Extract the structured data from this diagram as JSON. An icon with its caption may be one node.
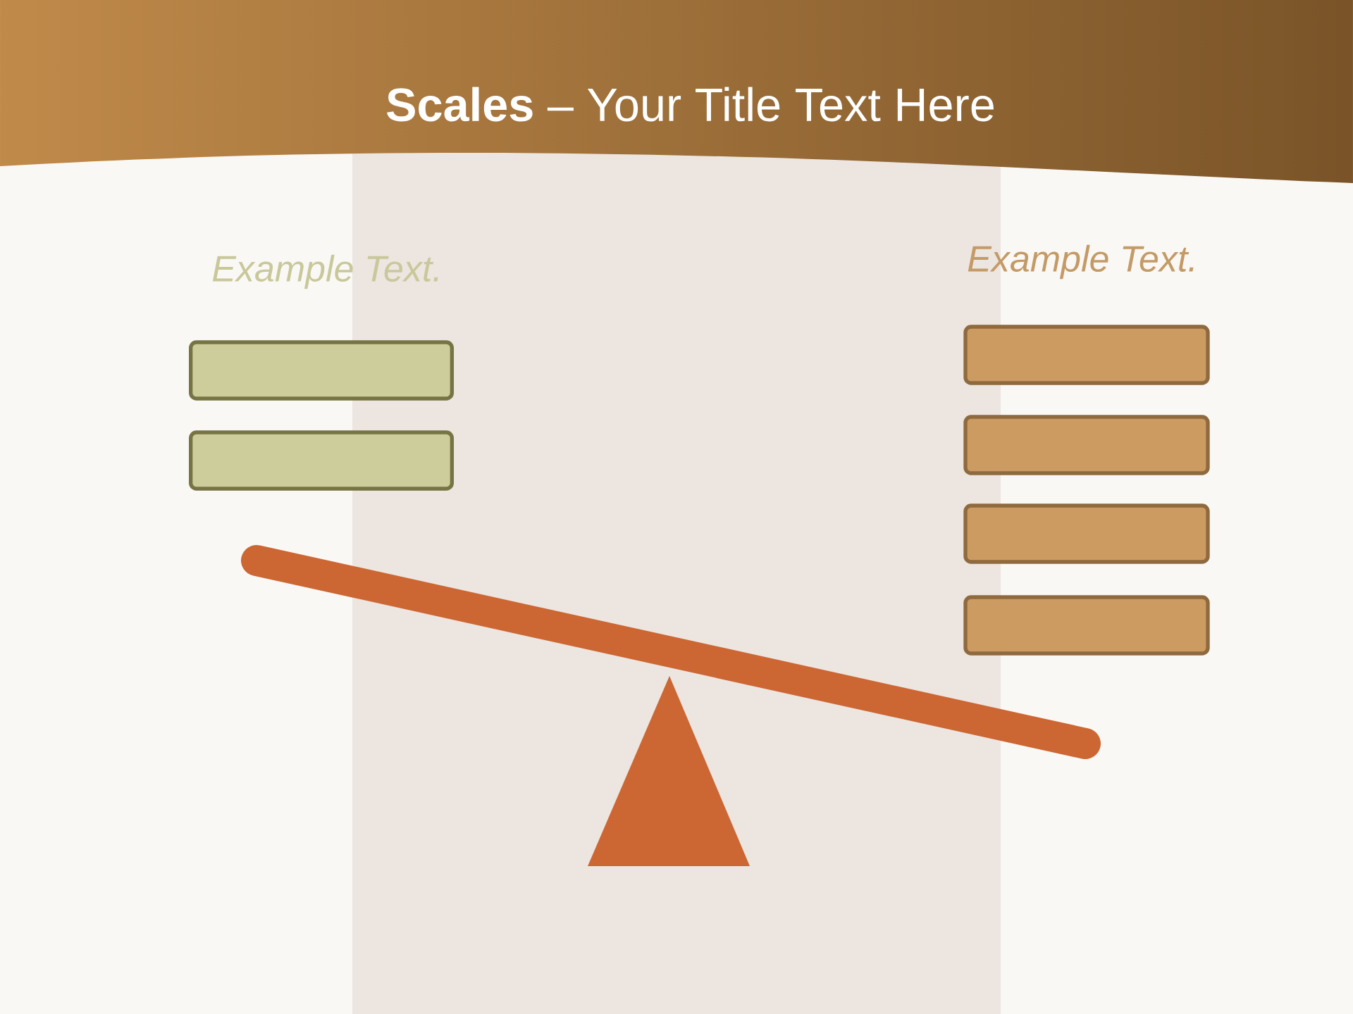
{
  "diagram": {
    "title": "**Scales** – Your Title Text Here",
    "nodes": [
      {
        "text": [],
        "shape": "box"
      },
      {
        "text": [],
        "shape": "box"
      },
      {
        "text": [],
        "shape": "box"
      },
      {
        "text": [],
        "shape": "box"
      },
      {
        "text": [],
        "shape": "box"
      },
      {
        "text": [],
        "shape": "box"
      }
    ],
    "edges": [],
    "labels": [
      "Example Text.",
      "Example Text."
    ]
  }
}
